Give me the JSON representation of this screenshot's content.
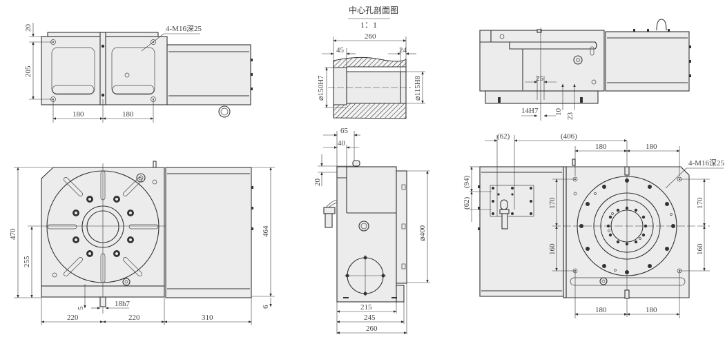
{
  "section_view": {
    "title": "中心孔剖面图",
    "scale": "1：1",
    "dims": {
      "length": "260",
      "left_step": "45",
      "right_step": "24",
      "bore_left": "⌀150H7",
      "bore_right": "⌀115H8"
    }
  },
  "top_left_view": {
    "callout": "4-M16深25",
    "dims": {
      "top_offset": "20",
      "height": "205",
      "left_pitch": "180",
      "right_pitch": "180"
    }
  },
  "top_right_view": {
    "dims": {
      "slot_width": "25",
      "key": "14H7",
      "d10": "10",
      "d23": "23"
    }
  },
  "front_view": {
    "dims": {
      "height": "470",
      "center_height": "255",
      "motor_height": "464",
      "base_offset": "6",
      "key": "18h7",
      "key_depth": "5",
      "left_half": "220",
      "right_half": "220",
      "motor_length": "310"
    }
  },
  "side_view": {
    "dims": {
      "d65": "65",
      "d40": "40",
      "d20": "20",
      "faceplate": "⌀400",
      "d215": "215",
      "d245": "245",
      "d260": "260"
    }
  },
  "rear_view": {
    "callout": "4-M16深25",
    "dims": {
      "d62_top": "(62)",
      "d406": "(406)",
      "top_left": "180",
      "top_right": "180",
      "d94": "(94)",
      "d62_left": "(62)",
      "upper_left": "170",
      "lower_left": "160",
      "upper_right": "170",
      "lower_right": "160",
      "bottom_left": "180",
      "bottom_right": "180"
    }
  }
}
